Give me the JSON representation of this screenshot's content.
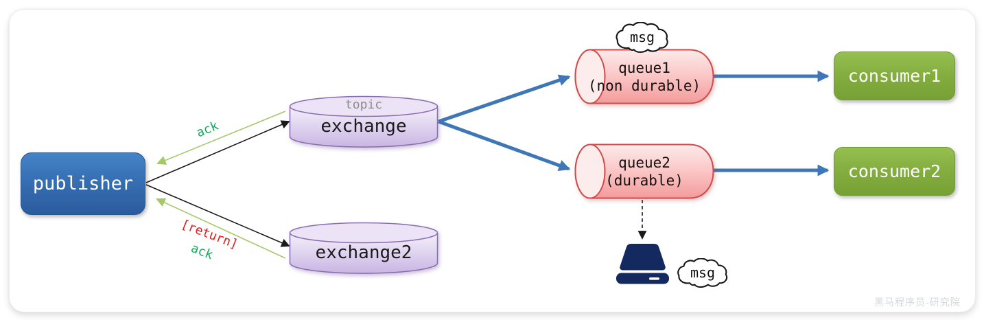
{
  "nodes": {
    "publisher": {
      "label": "publisher"
    },
    "exchange": {
      "type_tag": "topic",
      "label": "exchange"
    },
    "exchange2": {
      "label": "exchange2"
    },
    "queue1": {
      "name": "queue1",
      "durability": "(non durable)"
    },
    "queue2": {
      "name": "queue2",
      "durability": "(durable)"
    },
    "consumer1": {
      "label": "consumer1"
    },
    "consumer2": {
      "label": "consumer2"
    }
  },
  "edge_labels": {
    "ack_exchange": "ack",
    "return_exchange2": "[return]",
    "ack_exchange2": "ack"
  },
  "clouds": {
    "queue1_msg": "msg",
    "disk_msg": "msg"
  },
  "watermark": "黑马程序员-研究院",
  "colors": {
    "publisher_blue": "#366fb3",
    "consumer_green": "#84ad3f",
    "exchange_purple_border": "#8a6cb1",
    "queue_red_border": "#cf4b4b",
    "flow_arrow_blue": "#3f76b6",
    "ack_line_green": "#a5c869",
    "ack_text_green": "#17a95e",
    "return_text_red": "#e11d1d",
    "plain_arrow_black": "#1a1a1a",
    "disk_navy": "#14295f"
  }
}
